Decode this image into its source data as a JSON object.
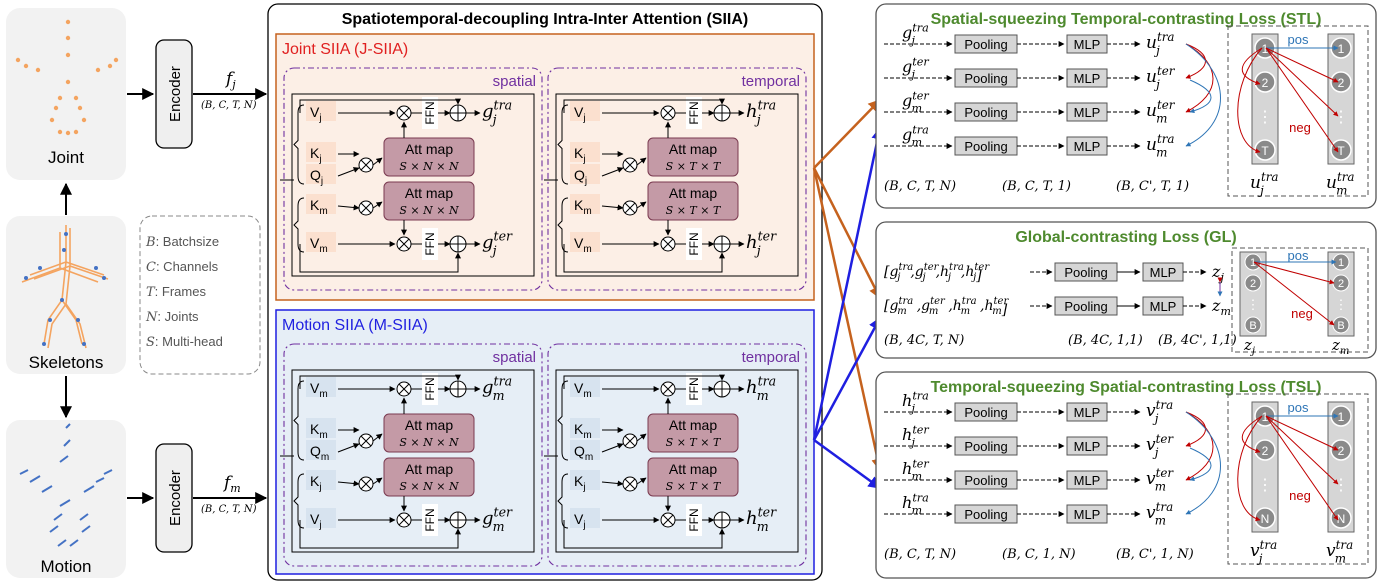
{
  "colors": {
    "red": "#e02020",
    "blue": "#1f1fe0",
    "green": "#4e8a2e",
    "orange": "#c5621e",
    "purple": "#7030a0",
    "attmap": "#c49aa6",
    "pinkbox": "#fde9dc",
    "bluebox": "#e6eef6",
    "gray": "#d6d6d6",
    "node": "#8a8a8a",
    "posblue": "#2e75b6",
    "negred": "#c00000"
  },
  "left": {
    "joint_label": "Joint",
    "skeletons_label": "Skeletons",
    "motion_label": "Motion",
    "encoder_label": "Encoder",
    "fj": "f",
    "fj_sub": "j",
    "fm": "f",
    "fm_sub": "m",
    "shape": "(B, C, T, N)"
  },
  "legend": [
    {
      "sym": "B",
      "desc": ": Batchsize"
    },
    {
      "sym": "C",
      "desc": ": Channels"
    },
    {
      "sym": "T",
      "desc": ": Frames"
    },
    {
      "sym": "N",
      "desc": ": Joints"
    },
    {
      "sym": "S",
      "desc": ": Multi-head"
    }
  ],
  "siia": {
    "title": "Spatiotemporal-decoupling Intra-Inter Attention (SIIA)",
    "joint_title": "Joint SIIA (J-SIIA)",
    "motion_title": "Motion SIIA (M-SIIA)",
    "spatial": "spatial",
    "temporal": "temporal",
    "att_map": "Att map",
    "att_spatial": "S × N × N",
    "att_temporal": "S × T × T",
    "ffn": "FFN",
    "joint_inputs": [
      "V",
      "K",
      "Q",
      "K",
      "V"
    ],
    "joint_subs": [
      "j",
      "j",
      "j",
      "m",
      "m"
    ],
    "motion_inputs": [
      "V",
      "K",
      "Q",
      "K",
      "V"
    ],
    "motion_subs": [
      "m",
      "m",
      "m",
      "j",
      "j"
    ],
    "outputs": {
      "g_j_tra": "g",
      "h_j_tra": "h",
      "g_j_ter": "g",
      "h_j_ter": "h",
      "g_m_tra": "g",
      "h_m_tra": "h",
      "g_m_ter": "g",
      "h_m_ter": "h"
    }
  },
  "stl": {
    "title": "Spatial-squeezing Temporal-contrasting Loss (STL)",
    "pooling": "Pooling",
    "mlp": "MLP",
    "rows": [
      {
        "in": "g",
        "sub": "j",
        "sup": "tra",
        "out": "u",
        "osub": "j",
        "osup": "tra"
      },
      {
        "in": "g",
        "sub": "j",
        "sup": "ter",
        "out": "u",
        "osub": "j",
        "osup": "ter"
      },
      {
        "in": "g",
        "sub": "m",
        "sup": "ter",
        "out": "u",
        "osub": "m",
        "osup": "ter"
      },
      {
        "in": "g",
        "sub": "m",
        "sup": "tra",
        "out": "u",
        "osub": "m",
        "osup": "tra"
      }
    ],
    "shapes": [
      "(B, C, T, N)",
      "(B, C, T, 1)",
      "(B, C', T, 1)"
    ],
    "nodes": [
      "1",
      "2",
      "⋮",
      "T"
    ],
    "pos": "pos",
    "neg": "neg",
    "col_left": {
      "out": "u",
      "sub": "j",
      "sup": "tra"
    },
    "col_right": {
      "out": "u",
      "sub": "m",
      "sup": "tra"
    }
  },
  "gl": {
    "title": "Global-contrasting Loss (GL)",
    "pooling": "Pooling",
    "mlp": "MLP",
    "row1": "[g_j^tra, g_j^ter, h_j^tra, h_j^ter]",
    "row2": "[g_m^tra, g_m^ter, h_m^tra, h_m^ter]",
    "z_j": "z",
    "z_m": "z",
    "shapes": [
      "(B, 4C, T, N)",
      "(B, 4C, 1,1)",
      "(B, 4C', 1,1)"
    ],
    "nodes": [
      "1",
      "2",
      "⋮",
      "B"
    ],
    "pos": "pos",
    "neg": "neg"
  },
  "tsl": {
    "title": "Temporal-squeezing Spatial-contrasting Loss (TSL)",
    "pooling": "Pooling",
    "mlp": "MLP",
    "rows": [
      {
        "in": "h",
        "sub": "j",
        "sup": "tra",
        "out": "v",
        "osub": "j",
        "osup": "tra"
      },
      {
        "in": "h",
        "sub": "j",
        "sup": "ter",
        "out": "v",
        "osub": "j",
        "osup": "ter"
      },
      {
        "in": "h",
        "sub": "m",
        "sup": "ter",
        "out": "v",
        "osub": "m",
        "osup": "ter"
      },
      {
        "in": "h",
        "sub": "m",
        "sup": "tra",
        "out": "v",
        "osub": "m",
        "osup": "tra"
      }
    ],
    "shapes": [
      "(B, C, T, N)",
      "(B, C, 1, N)",
      "(B, C', 1, N)"
    ],
    "nodes": [
      "1",
      "2",
      "⋮",
      "N"
    ],
    "pos": "pos",
    "neg": "neg",
    "col_left": {
      "out": "v",
      "sub": "j",
      "sup": "tra"
    },
    "col_right": {
      "out": "v",
      "sub": "m",
      "sup": "tra"
    }
  }
}
